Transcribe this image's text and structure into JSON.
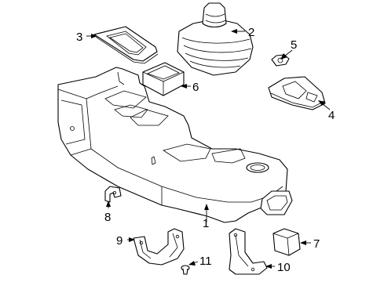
{
  "callouts": [
    "1",
    "2",
    "3",
    "4",
    "5",
    "6",
    "7",
    "8",
    "9",
    "10",
    "11"
  ],
  "colors": {
    "line": "#000000",
    "background": "#ffffff"
  }
}
